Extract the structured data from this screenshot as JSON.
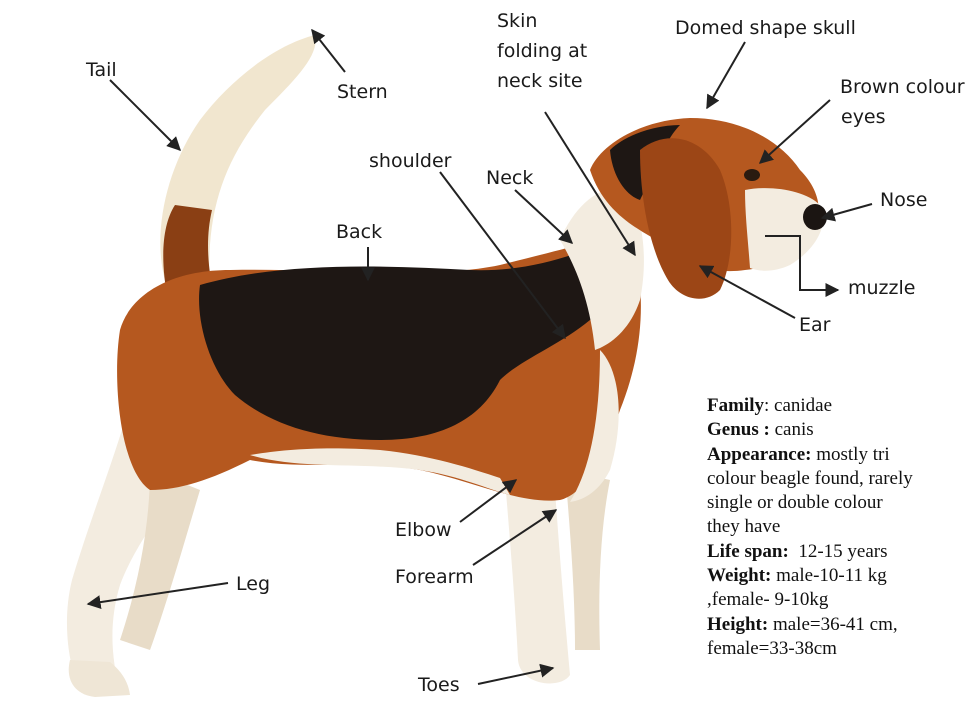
{
  "labels": {
    "tail": "Tail",
    "stern": "Stern",
    "skin_folding": [
      "Skin",
      "folding at",
      "neck site"
    ],
    "domed_skull": "Domed shape skull",
    "brown_eyes": [
      "Brown colour",
      "eyes"
    ],
    "shoulder": "shoulder",
    "neck": "Neck",
    "nose": "Nose",
    "back": "Back",
    "muzzle": "muzzle",
    "ear": "Ear",
    "elbow": "Elbow",
    "forearm": "Forearm",
    "leg": "Leg",
    "toes": "Toes"
  },
  "info": {
    "family_key": "Family",
    "family_val": ": canidae",
    "genus_key": "Genus :",
    "genus_val": " canis",
    "appearance_key": "Appearance:",
    "appearance_l1": " mostly tri",
    "appearance_l2": "colour beagle found, rarely",
    "appearance_l3": "single or double colour",
    "appearance_l4": "they have",
    "lifespan_key": "Life span:",
    "lifespan_val": "  12-15 years",
    "weight_key": "Weight:",
    "weight_l1": " male-10-11 kg",
    "weight_l2": ",female- 9-10kg",
    "height_key": "Height:",
    "height_l1": " male=36-41 cm,",
    "height_l2": "female=33-38cm"
  },
  "colors": {
    "tan": "#b5581f",
    "black": "#1e1714",
    "white": "#f5efe4",
    "arrow": "#222222"
  }
}
